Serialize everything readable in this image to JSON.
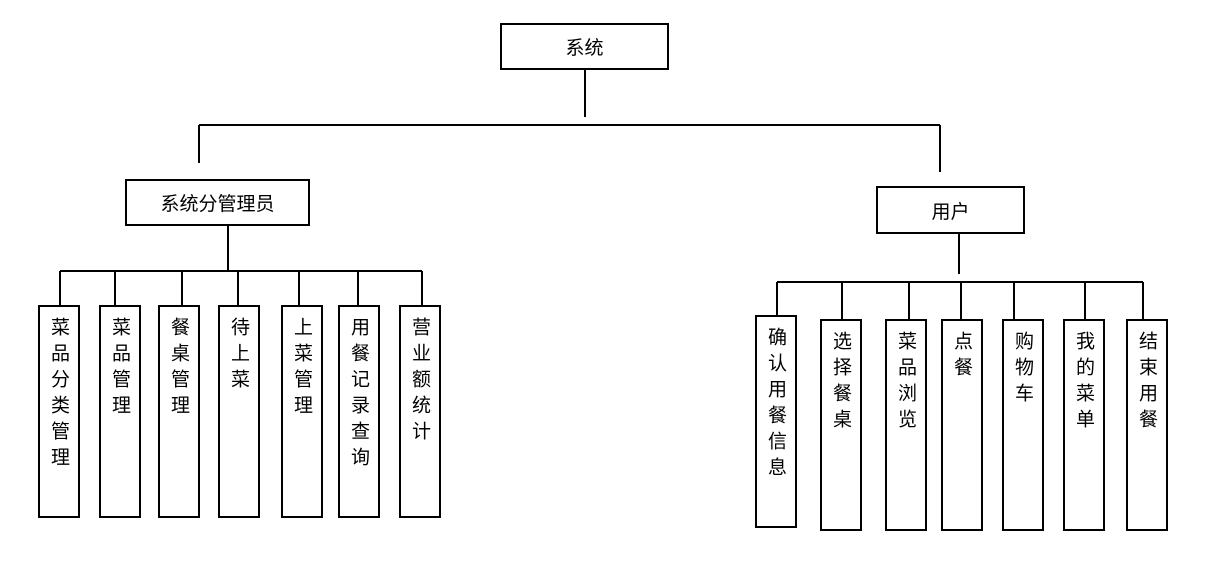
{
  "root": {
    "label": "系统"
  },
  "admin": {
    "label": "系统分管理员",
    "children": [
      "菜品分类管理",
      "菜品管理",
      "餐桌管理",
      "待上菜",
      "上菜管理",
      "用餐记录查询",
      "营业额统计"
    ]
  },
  "user": {
    "label": "用户",
    "children": [
      "确认用餐信息",
      "选择餐桌",
      "菜品浏览",
      "点餐",
      "购物车",
      "我的菜单",
      "结束用餐"
    ]
  }
}
